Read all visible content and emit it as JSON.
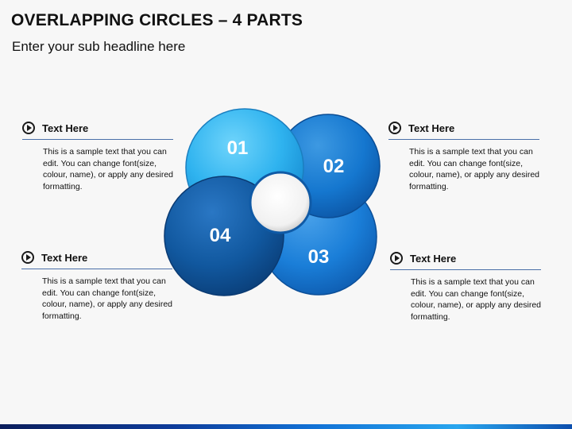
{
  "header": {
    "title": "OVERLAPPING CIRCLES – 4 PARTS",
    "subtitle": "Enter your sub headline here"
  },
  "circles": [
    {
      "label": "01",
      "color": "#2fb6f0"
    },
    {
      "label": "02",
      "color": "#1578d0"
    },
    {
      "label": "03",
      "color": "#1a7fd8"
    },
    {
      "label": "04",
      "color": "#125aa6"
    }
  ],
  "center_color": "#ffffff",
  "text_blocks": [
    {
      "icon": "play-circle-icon",
      "title": "Text Here",
      "body": "This is a sample text that you can edit. You can change font(size, colour, name), or apply any desired formatting."
    },
    {
      "icon": "play-circle-icon",
      "title": "Text Here",
      "body": "This is a sample text that you can edit. You can change font(size, colour, name), or apply any desired formatting."
    },
    {
      "icon": "play-circle-icon",
      "title": "Text Here",
      "body": "This is a sample text that you can edit. You can change font(size, colour, name), or apply any desired formatting."
    },
    {
      "icon": "play-circle-icon",
      "title": "Text Here",
      "body": "This is a sample text that you can edit. You can change font(size, colour, name), or apply any desired formatting."
    }
  ]
}
